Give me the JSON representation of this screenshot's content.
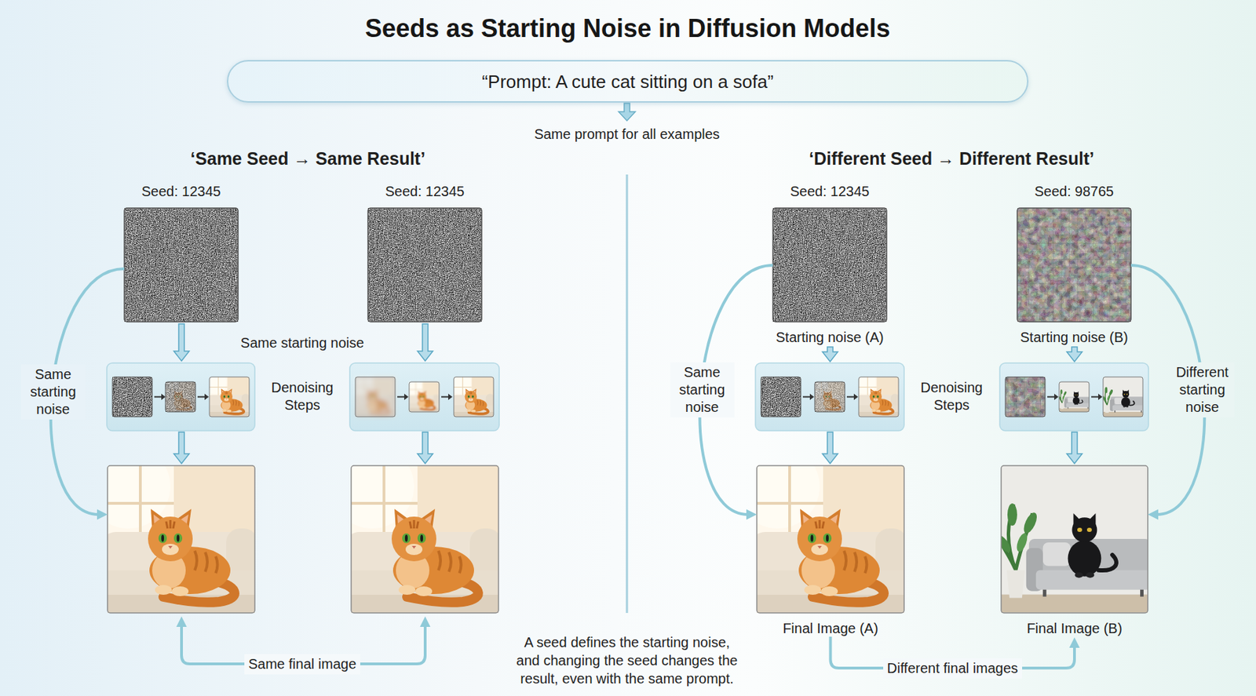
{
  "diagram": {
    "title": "Seeds as Starting Noise in Diffusion Models",
    "caption": "A seed defines the starting noise, and changing the seed changes the result, even with the same prompt.",
    "nodes": [
      {
        "text": [
          "“Prompt: A cute cat sitting on a sofa”"
        ]
      },
      {
        "text": [
          "Seed: 12345"
        ]
      },
      {
        "text": [
          "Seed: 12345"
        ]
      },
      {
        "text": [
          "Seed: 12345",
          "Starting noise (A)"
        ]
      },
      {
        "text": [
          "Seed: 98765",
          "Starting noise (B)"
        ]
      },
      {
        "text": [
          "Final Image (A)"
        ]
      },
      {
        "text": [
          "Final Image (B)"
        ]
      }
    ],
    "edges": [
      {
        "from": 3,
        "to": 5,
        "label": "Same starting noise",
        "arrow": "to"
      },
      {
        "from": 4,
        "to": 6,
        "label": "Different starting noise",
        "arrow": "to"
      },
      {
        "from": 5,
        "to": 6,
        "label": "Different final images",
        "arrow": "to"
      }
    ],
    "labels": [
      "Same prompt for all examples",
      "‘Same Seed → Same Result’",
      "‘Different Seed → Different Result’",
      "Same starting noise",
      "Same starting noise",
      "Denoising Steps",
      "Denoising Steps",
      "Same final image"
    ]
  }
}
